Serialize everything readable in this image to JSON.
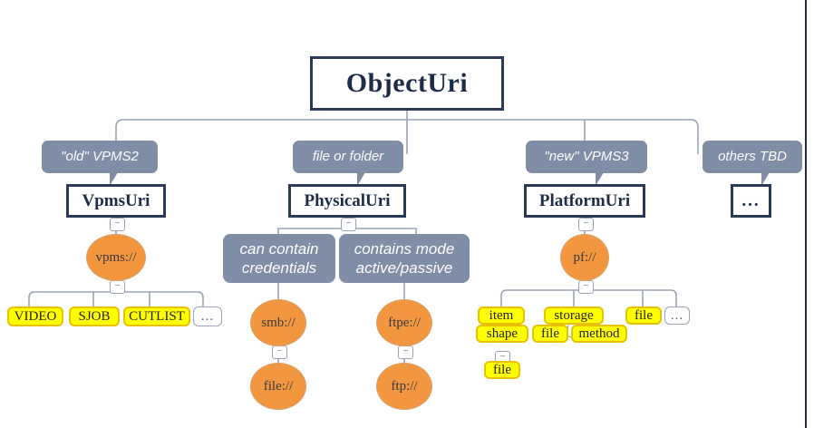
{
  "diagram": {
    "title": "ObjectUri",
    "type": "hierarchy-tree",
    "colors": {
      "class_border": "#2b3a56",
      "class_fill": "#ffffff",
      "note_fill": "#7f8da6",
      "note_text": "#ffffff",
      "ellipse_fill": "#f2963f",
      "leaf_fill": "#ffff00",
      "leaf_border": "#e8c200",
      "edge": "#9aa3b5",
      "background": "#ffffff"
    },
    "root": {
      "label": "ObjectUri"
    },
    "classes": [
      {
        "id": "vpmsuri",
        "label": "VpmsUri"
      },
      {
        "id": "physicaluri",
        "label": "PhysicalUri"
      },
      {
        "id": "platformuri",
        "label": "PlatformUri"
      },
      {
        "id": "othersbox",
        "label": "..."
      }
    ],
    "notes": [
      {
        "id": "note-old",
        "label": "\"old\" VPMS2"
      },
      {
        "id": "note-fileorfolder",
        "label": "file or folder"
      },
      {
        "id": "note-new",
        "label": "\"new\" VPMS3"
      },
      {
        "id": "note-others",
        "label": "others TBD"
      },
      {
        "id": "note-credentials",
        "line1": "can contain",
        "line2": "credentials"
      },
      {
        "id": "note-mode",
        "line1": "contains mode",
        "line2": "active/passive"
      }
    ],
    "ellipses": [
      {
        "id": "vpms-scheme",
        "label": "vpms://"
      },
      {
        "id": "smb-scheme",
        "label": "smb://"
      },
      {
        "id": "file-scheme",
        "label": "file://"
      },
      {
        "id": "ftpe-scheme",
        "label": "ftpe://"
      },
      {
        "id": "ftp-scheme",
        "label": "ftp://"
      },
      {
        "id": "pf-scheme",
        "label": "pf://"
      }
    ],
    "leaves_vpms": [
      {
        "id": "video",
        "label": "VIDEO"
      },
      {
        "id": "sjob",
        "label": "SJOB"
      },
      {
        "id": "cutlist",
        "label": "CUTLIST"
      },
      {
        "id": "vpms-more",
        "label": "..."
      }
    ],
    "leaves_pf_level1": [
      {
        "id": "item",
        "label": "item"
      },
      {
        "id": "storage",
        "label": "storage"
      },
      {
        "id": "file-l1",
        "label": "file"
      },
      {
        "id": "pf-more",
        "label": "..."
      }
    ],
    "leaves_pf_level2": [
      {
        "id": "shape",
        "label": "shape"
      },
      {
        "id": "file-l2",
        "label": "file"
      },
      {
        "id": "method",
        "label": "method"
      }
    ],
    "leaves_pf_level3": [
      {
        "id": "file-l3",
        "label": "file"
      }
    ],
    "toggles": {
      "symbol": "−",
      "count": 9
    }
  }
}
